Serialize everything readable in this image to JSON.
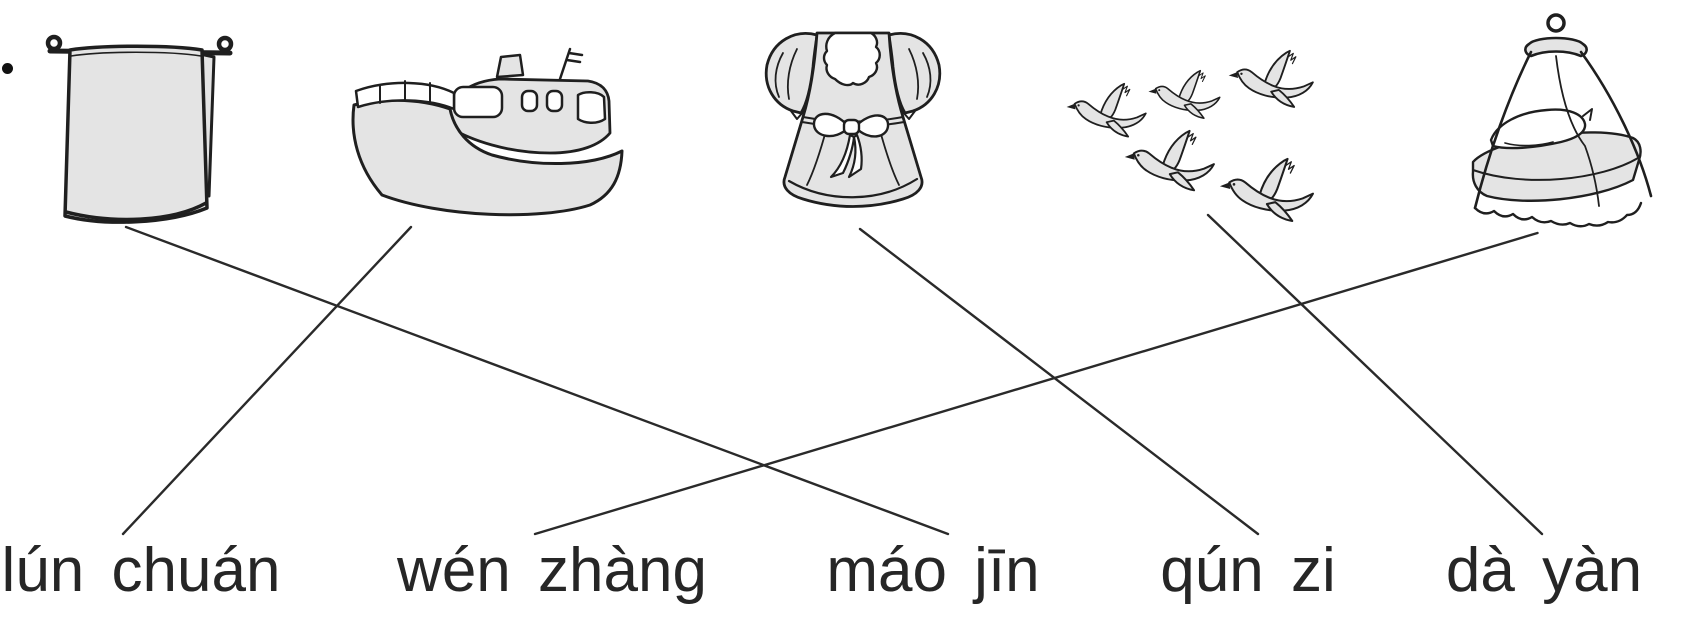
{
  "exercise": {
    "marker": "•",
    "illustrations": [
      {
        "id": "towel",
        "name": "towel hanging on a towel rail"
      },
      {
        "id": "boat",
        "name": "steamship"
      },
      {
        "id": "dress",
        "name": "dress with bow"
      },
      {
        "id": "geese",
        "name": "flock of five flying wild geese"
      },
      {
        "id": "net",
        "name": "mosquito net over a bed with pillow"
      }
    ],
    "labels": [
      {
        "id": "lun-chuan",
        "text": "lún chuán"
      },
      {
        "id": "wen-zhang",
        "text": "wén zhàng"
      },
      {
        "id": "mao-jin",
        "text": "máo jīn"
      },
      {
        "id": "qun-zi",
        "text": "qún zi"
      },
      {
        "id": "da-yan",
        "text": "dà yàn"
      }
    ],
    "connections": [
      {
        "illustration": "towel",
        "label": "mao-jin"
      },
      {
        "illustration": "boat",
        "label": "lun-chuan"
      },
      {
        "illustration": "dress",
        "label": "qun-zi"
      },
      {
        "illustration": "geese",
        "label": "da-yan"
      },
      {
        "illustration": "net",
        "label": "wen-zhang"
      }
    ],
    "colors": {
      "ink": "#1f1f1f",
      "artwork_fill": "#e4e4e4",
      "answer_line": "#2a2a2a",
      "text": "#262626",
      "background": "#ffffff"
    }
  }
}
